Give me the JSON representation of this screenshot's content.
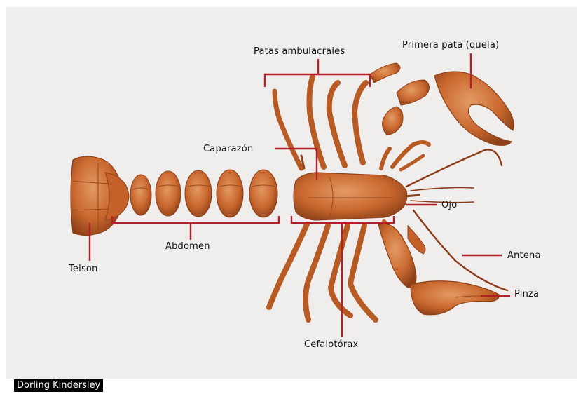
{
  "labels": {
    "patas_ambulacrales": "Patas ambulacrales",
    "primera_pata": "Primera pata (quela)",
    "caparazon": "Caparazón",
    "ojo": "Ojo",
    "antena": "Antena",
    "pinza": "Pinza",
    "cefalotorax": "Cefalotórax",
    "abdomen": "Abdomen",
    "telson": "Telson"
  },
  "credit": "Dorling Kindersley",
  "colors": {
    "background": "#ffffff",
    "panel": "#efeeec",
    "body": "#c9682f",
    "body_dark": "#9a4a1f",
    "body_light": "#dc8a52",
    "leader_line": "#b3202a",
    "text": "#111111"
  }
}
